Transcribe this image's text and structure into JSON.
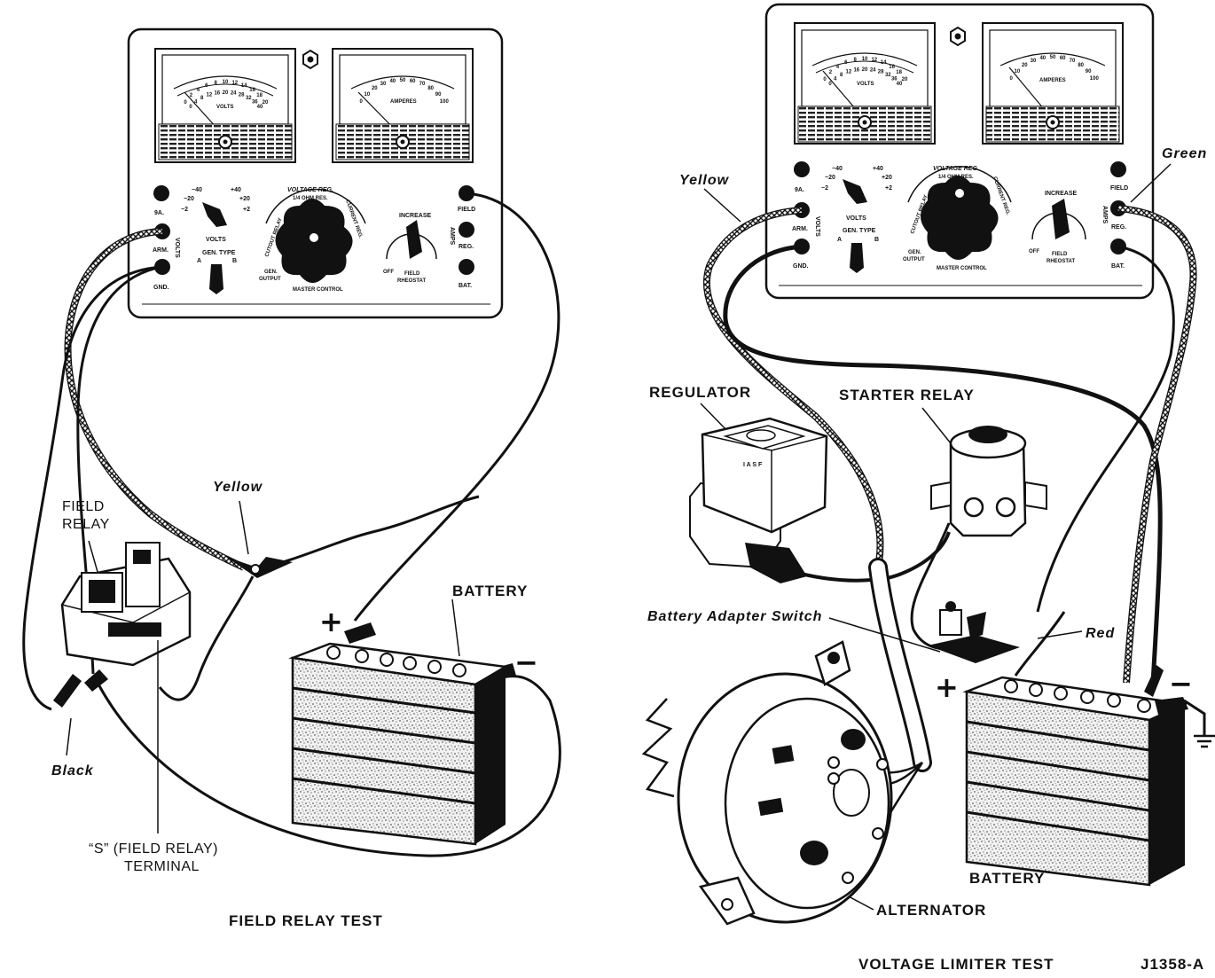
{
  "left": {
    "caption": "FIELD RELAY TEST",
    "labels": {
      "yellow": "Yellow",
      "field_relay_1": "FIELD",
      "field_relay_2": "RELAY",
      "battery": "BATTERY",
      "black": "Black",
      "s_terminal_1": "“S” (FIELD RELAY)",
      "s_terminal_2": "TERMINAL",
      "plus": "+",
      "minus": "−"
    }
  },
  "right": {
    "caption": "VOLTAGE LIMITER TEST",
    "labels": {
      "yellow": "Yellow",
      "green": "Green",
      "regulator": "REGULATOR",
      "regulator_face": "I A S F",
      "starter_relay": "STARTER RELAY",
      "battery_adapter_switch": "Battery Adapter Switch",
      "red": "Red",
      "battery": "BATTERY",
      "alternator": "ALTERNATOR",
      "plus": "+",
      "minus": "−"
    }
  },
  "figure_code": "J1358-A",
  "tester": {
    "volts_meter": "VOLTS",
    "amperes_meter": "AMPERES",
    "volts_scale_top": [
      "0",
      "2",
      "4",
      "6",
      "8",
      "10",
      "12",
      "14",
      "16",
      "18",
      "20"
    ],
    "volts_scale_bottom": [
      "0",
      "4",
      "8",
      "12",
      "16",
      "20",
      "24",
      "28",
      "32",
      "36",
      "40"
    ],
    "amps_scale": [
      "0",
      "10",
      "20",
      "30",
      "40",
      "50",
      "60",
      "70",
      "80",
      "90",
      "100"
    ],
    "term_9a": "9A.",
    "term_arm": "ARM.",
    "term_gnd": "GND.",
    "term_field": "FIELD",
    "term_reg": "REG.",
    "term_bat": "BAT.",
    "volts_side": "VOLTS",
    "amps_side": "AMPS",
    "volts_sel": "VOLTS",
    "range_m40": "−40",
    "range_p40": "+40",
    "range_m20": "−20",
    "range_p20": "+20",
    "range_m2": "−2",
    "range_p2": "+2",
    "gen_type": "GEN. TYPE",
    "gen_a": "A",
    "gen_b": "B",
    "voltage_reg": "VOLTAGE REG.",
    "ohm_res": "1/4 OHM RES.",
    "cutout_relay": "CUTOUT RELAY",
    "current_reg": "CURRENT REG.",
    "gen_output_1": "GEN.",
    "gen_output_2": "OUTPUT",
    "master_control": "MASTER CONTROL",
    "increase": "INCREASE",
    "off": "OFF",
    "field_rheostat_1": "FIELD",
    "field_rheostat_2": "RHEOSTAT"
  }
}
